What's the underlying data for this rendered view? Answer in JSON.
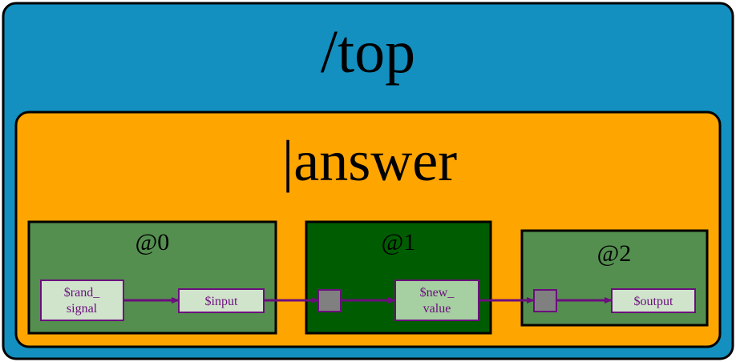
{
  "top": {
    "label": "/top",
    "fill": "#1390c0"
  },
  "answer": {
    "label": "|answer",
    "fill": "#ffa500"
  },
  "stages": [
    {
      "label": "@0",
      "fill": "#548f4f"
    },
    {
      "label": "@1",
      "fill": "#005c00"
    },
    {
      "label": "@2",
      "fill": "#548f4f"
    }
  ],
  "nodes": {
    "rand_signal": {
      "line1": "$rand_",
      "line2": "signal"
    },
    "input": {
      "label": "$input"
    },
    "new_value": {
      "line1": "$new_",
      "line2": "value"
    },
    "output": {
      "label": "$output"
    }
  },
  "colors": {
    "edge": "#6c0e7e",
    "node_fill_light": "#d0e4cc",
    "node_fill_mid": "#a6cfa2",
    "flop_fill": "#808080",
    "border": "#000000"
  }
}
